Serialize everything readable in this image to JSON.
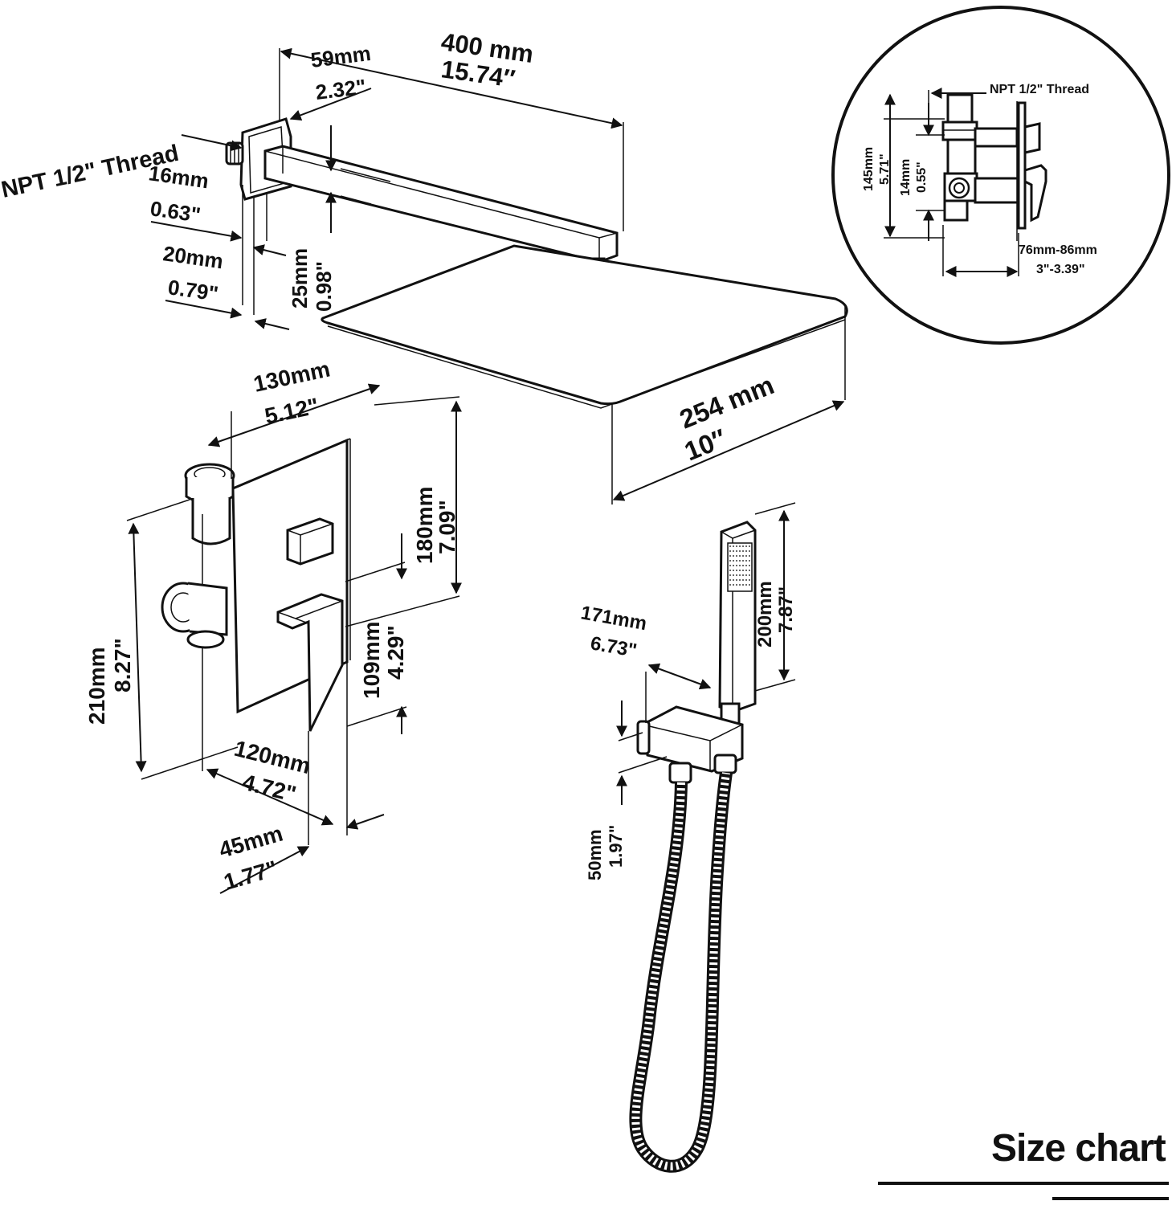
{
  "title": "Size chart",
  "colors": {
    "line": "#111111",
    "background": "#ffffff"
  },
  "shower_arm": {
    "length_mm": "400 mm",
    "length_in": "15.74″",
    "flange_mm": "59mm",
    "flange_in": "2.32\"",
    "thread": "NPT 1/2\" Thread",
    "offset_mm": "16mm",
    "offset_in": "0.63\"",
    "wall_mm": "20mm",
    "wall_in": "0.79\"",
    "tube_mm": "25mm",
    "tube_in": "0.98\""
  },
  "rain_head": {
    "size_mm": "254 mm",
    "size_in": "10″"
  },
  "mixer_valve": {
    "plate_width_mm": "130mm",
    "plate_width_in": "5.12\"",
    "plate_height_mm": "180mm",
    "plate_height_in": "7.09\"",
    "body_height_mm": "210mm",
    "body_height_in": "8.27\"",
    "depth_mm": "120mm",
    "depth_in": "4.72\"",
    "handle_mm": "109mm",
    "handle_in": "4.29\"",
    "protrusion_mm": "45mm",
    "protrusion_in": "1.77\""
  },
  "hand_shower": {
    "holder_mm": "171mm",
    "holder_in": "6.73\"",
    "length_mm": "200mm",
    "length_in": "7.87\"",
    "bracket_mm": "50mm",
    "bracket_in": "1.97\""
  },
  "detail_inset": {
    "thread": "NPT 1/2\" Thread",
    "height_mm": "145mm",
    "height_in": "5.71\"",
    "gap_mm": "14mm",
    "gap_in": "0.55\"",
    "depth_mm": "76mm-86mm",
    "depth_in": "3\"-3.39\""
  }
}
